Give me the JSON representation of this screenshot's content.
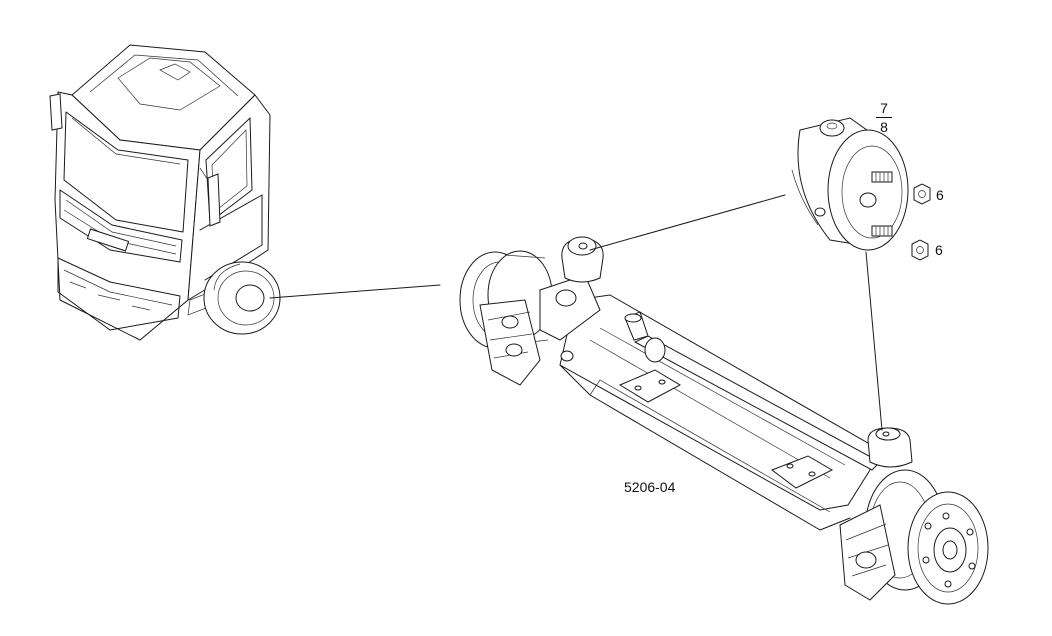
{
  "diagram": {
    "drawing_code": "5206-04",
    "callouts": [
      {
        "id": "nut-upper",
        "label": "6"
      },
      {
        "id": "nut-lower",
        "label": "6"
      }
    ],
    "fraction_callout": {
      "numerator": "7",
      "denominator": "8"
    }
  }
}
